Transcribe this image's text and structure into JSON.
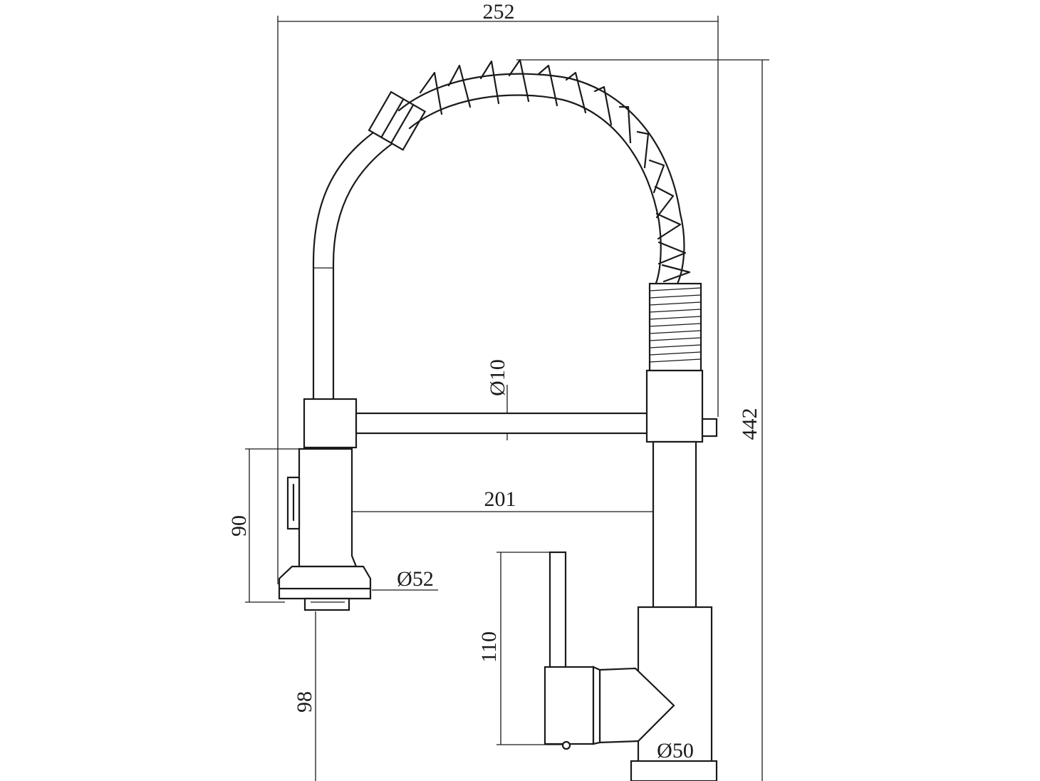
{
  "drawing": {
    "dimensions": {
      "overall_width": "252",
      "overall_height": "442",
      "tube_diameter": "Ø10",
      "reach": "201",
      "spray_head_height": "90",
      "spray_head_diameter": "Ø52",
      "spray_clearance": "98",
      "lever_height": "110",
      "base_diameter": "Ø50"
    }
  }
}
